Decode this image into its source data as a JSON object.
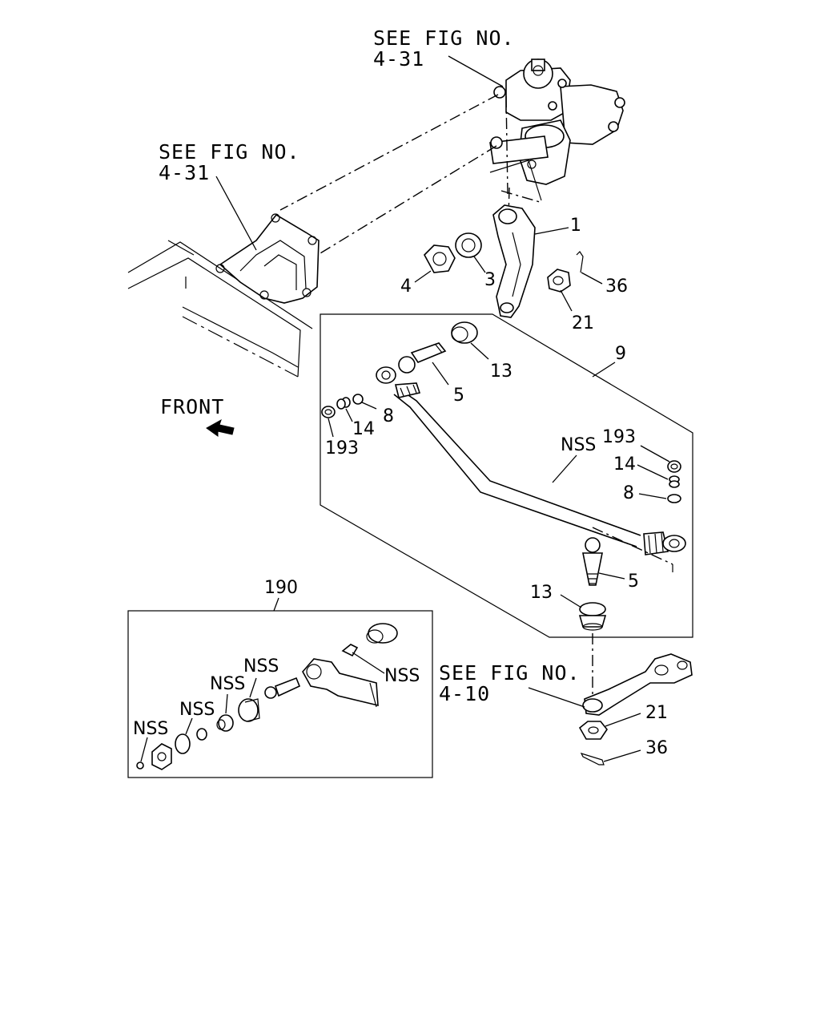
{
  "references": {
    "gear_ref_line1": "SEE FIG NO.",
    "gear_ref_line2": "4-31",
    "frame_ref_line1": "SEE FIG NO.",
    "frame_ref_line2": "4-31",
    "knuckle_ref_line1": "SEE FIG NO.",
    "knuckle_ref_line2": "4-10"
  },
  "front": {
    "label": "FRONT",
    "icon": "arrow-icon"
  },
  "callouts": {
    "pitman_arm": "1",
    "lock_washer": "3",
    "nut": "4",
    "nut_36_top": "36",
    "nut_21_top": "21",
    "assy_9": "9",
    "seal_13_top": "13",
    "stud_5_top": "5",
    "ring_8_left": "8",
    "spring_14_left": "14",
    "plug_193_left": "193",
    "nss_tube": "NSS",
    "plug_193_right": "193",
    "spring_14_right": "14",
    "ring_8_right": "8",
    "stud_5_bottom": "5",
    "seal_13_bottom": "13",
    "nut_21_bottom": "21",
    "pin_36_bottom": "36"
  },
  "kit": {
    "number": "190",
    "nss_1": "NSS",
    "nss_2": "NSS",
    "nss_3": "NSS",
    "nss_4": "NSS",
    "nss_5": "NSS"
  }
}
